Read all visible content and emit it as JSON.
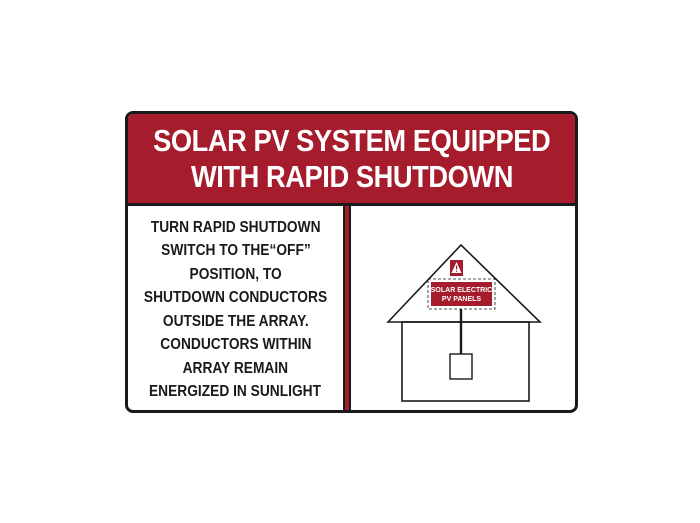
{
  "header": {
    "lines": [
      "SOLAR PV SYSTEM EQUIPPED",
      "WITH RAPID SHUTDOWN"
    ]
  },
  "instructions": {
    "lines": [
      "TURN RAPID SHUTDOWN",
      "SWITCH TO THE“OFF”",
      "POSITION, TO",
      "SHUTDOWN CONDUCTORS",
      "OUTSIDE THE ARRAY.",
      "CONDUCTORS WITHIN",
      "ARRAY REMAIN",
      "ENERGIZED IN SUNLIGHT"
    ]
  },
  "diagram": {
    "panel_label_lines": [
      "SOLAR ELECTRIC",
      "PV PANELS"
    ],
    "icons": [
      "house-outline-icon",
      "warning-triangle-icon",
      "switch-box-icon"
    ]
  },
  "colors": {
    "brand_red": "#a51d2d",
    "border": "#1a1a1a",
    "text_on_red": "#ffffff",
    "text_dark": "#1a1a1a"
  }
}
